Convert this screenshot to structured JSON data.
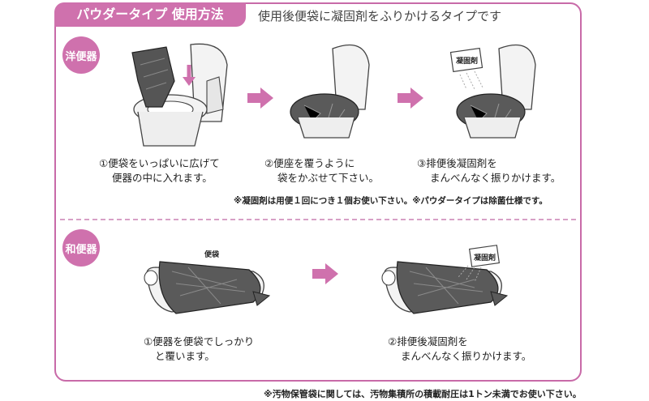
{
  "header": {
    "tab_title": "パウダータイプ 使用方法",
    "headline": "使用後便袋に凝固剤をふりかけるタイプです"
  },
  "western": {
    "badge": "洋便器",
    "steps": [
      {
        "line1": "①便袋をいっぱいに広げて",
        "line2": "便器の中に入れます。"
      },
      {
        "line1": "②便座を覆うように",
        "line2": "袋をかぶせて下さい。"
      },
      {
        "line1": "③排便後凝固剤を",
        "line2": "まんべんなく振りかけます。"
      }
    ],
    "packet_label": "凝固剤",
    "note": "※凝固剤は用便１回につき１個お使い下さい。※パウダータイプは除菌仕様です。"
  },
  "japanese": {
    "badge": "和便器",
    "bag_label": "便袋",
    "packet_label": "凝固剤",
    "steps": [
      {
        "line1": "①便器を便袋でしっかり",
        "line2": "と覆います。"
      },
      {
        "line1": "②排便後凝固剤を",
        "line2": "まんべんなく振りかけます。"
      }
    ]
  },
  "footer": "※汚物保管袋に関しては、汚物集積所の積載耐圧は1トン未満でお使い下さい。",
  "colors": {
    "accent": "#cf71ad",
    "border": "#c86aa8",
    "bag": "#555555"
  }
}
